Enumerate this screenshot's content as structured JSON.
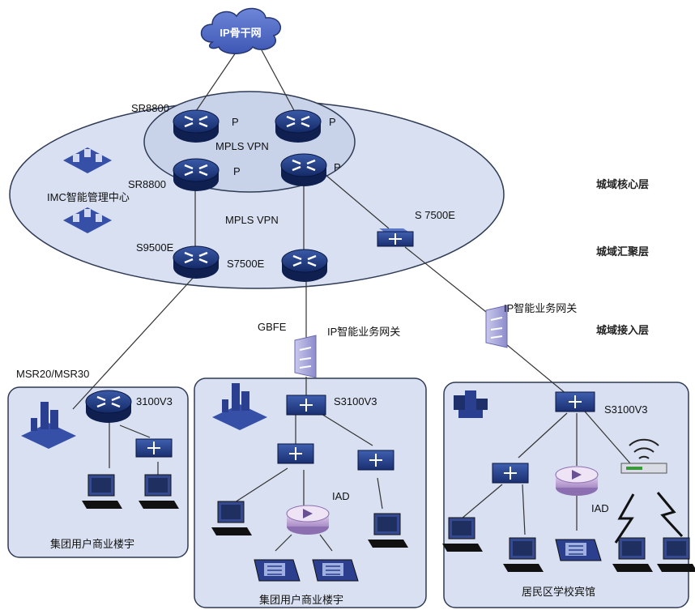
{
  "cloud": {
    "label": "IP骨干网"
  },
  "layers": {
    "core": "城域核心层",
    "aggregation": "城域汇聚层",
    "access": "城域接入层"
  },
  "core_labels": {
    "sr8800_top": "SR8800",
    "sr8800_mid": "SR8800",
    "p1": "P",
    "p2": "P",
    "p3": "P",
    "p4": "P",
    "mpls_vpn_inner": "MPLS VPN",
    "mpls_vpn_outer": "MPLS VPN",
    "imc": "IMC智能管理中心"
  },
  "agg_labels": {
    "s9500e": "S9500E",
    "s7500e_router": "S7500E",
    "s7500e_switch": "S 7500E"
  },
  "gateways": {
    "left_gbfe": "GBFE",
    "left_label": "IP智能业务网关",
    "right_label": "IP智能业务网关"
  },
  "sites": {
    "left": {
      "router_label": "MSR20/MSR30",
      "switch_label": "3100V3",
      "caption": "集团用户商业楼宇"
    },
    "middle": {
      "switch_label": "S3100V3",
      "iad_label": "IAD",
      "caption": "集团用户商业楼宇"
    },
    "right": {
      "switch_label": "S3100V3",
      "iad_label": "IAD",
      "caption": "居民区学校宾馆"
    }
  }
}
